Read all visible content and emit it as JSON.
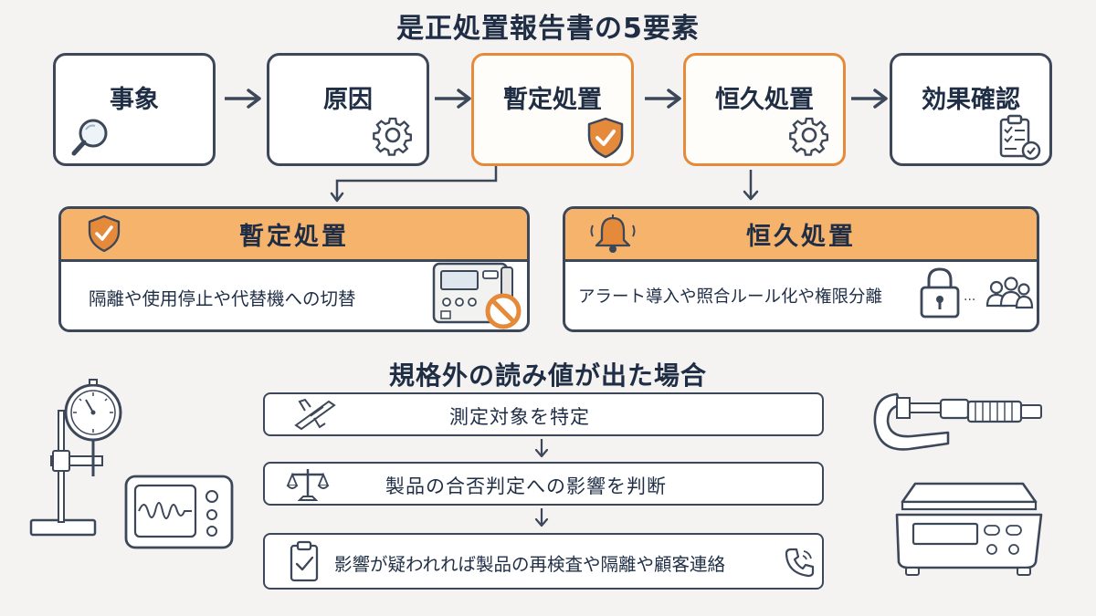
{
  "title": "是正処置報告書の5要素",
  "steps": [
    {
      "label": "事象",
      "icon": "magnifier-icon"
    },
    {
      "label": "原因",
      "icon": "gear-icon"
    },
    {
      "label": "暫定処置",
      "icon": "shield-check-icon"
    },
    {
      "label": "恒久処置",
      "icon": "gear-icon"
    },
    {
      "label": "効果確認",
      "icon": "checklist-icon"
    }
  ],
  "details": {
    "temporary": {
      "title": "暫定処置",
      "text": "隔離や使用停止や代替機への切替",
      "header_icon": "shield-check-icon",
      "side_icon": "blocked-instrument-icon"
    },
    "permanent": {
      "title": "恒久処置",
      "text": "アラート導入や照合ルール化や権限分離",
      "header_icon": "bell-icon",
      "side_icon": "lock-users-icon"
    }
  },
  "subtitle": "規格外の読み値が出た場合",
  "flow": [
    {
      "text": "測定対象を特定",
      "icon": "caliper-icon"
    },
    {
      "text": "製品の合否判定への影響を判断",
      "icon": "scale-icon"
    },
    {
      "text": "影響が疑われれば製品の再検査や隔離や顧客連絡",
      "icon": "clipboard-phone-icon"
    }
  ],
  "illustrations": [
    "dial-gauge-stand-icon",
    "oscilloscope-icon",
    "micrometer-icon",
    "digital-scale-icon"
  ],
  "colors": {
    "accent": "#e48a3a",
    "header": "#f5b36c",
    "ink": "#3c4759",
    "background": "#f4f3f1"
  }
}
